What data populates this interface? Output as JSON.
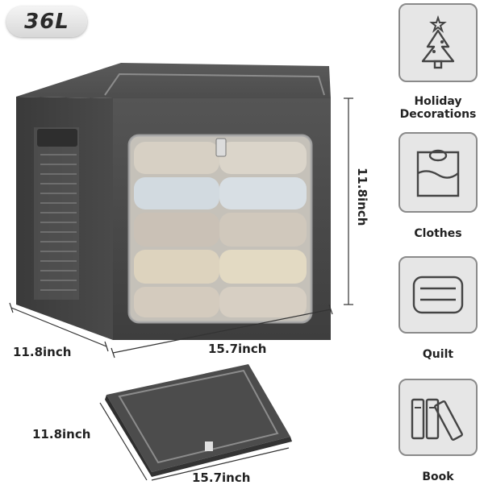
{
  "badge": {
    "capacity": "36L"
  },
  "dimensions": {
    "box_height": "11.8inch",
    "box_depth": "11.8inch",
    "box_width": "15.7inch",
    "lid_depth": "11.8inch",
    "lid_width": "15.7inch"
  },
  "categories": [
    {
      "label": "Holiday\nDecorations",
      "icon": "christmas-tree-icon"
    },
    {
      "label": "Clothes",
      "icon": "shirt-icon"
    },
    {
      "label": "Quilt",
      "icon": "folded-quilt-icon"
    },
    {
      "label": "Book",
      "icon": "books-icon"
    }
  ],
  "colors": {
    "fabric": "#4b4b4b",
    "tile_bg": "#e6e6e6",
    "tile_border": "#8a8a8a"
  }
}
